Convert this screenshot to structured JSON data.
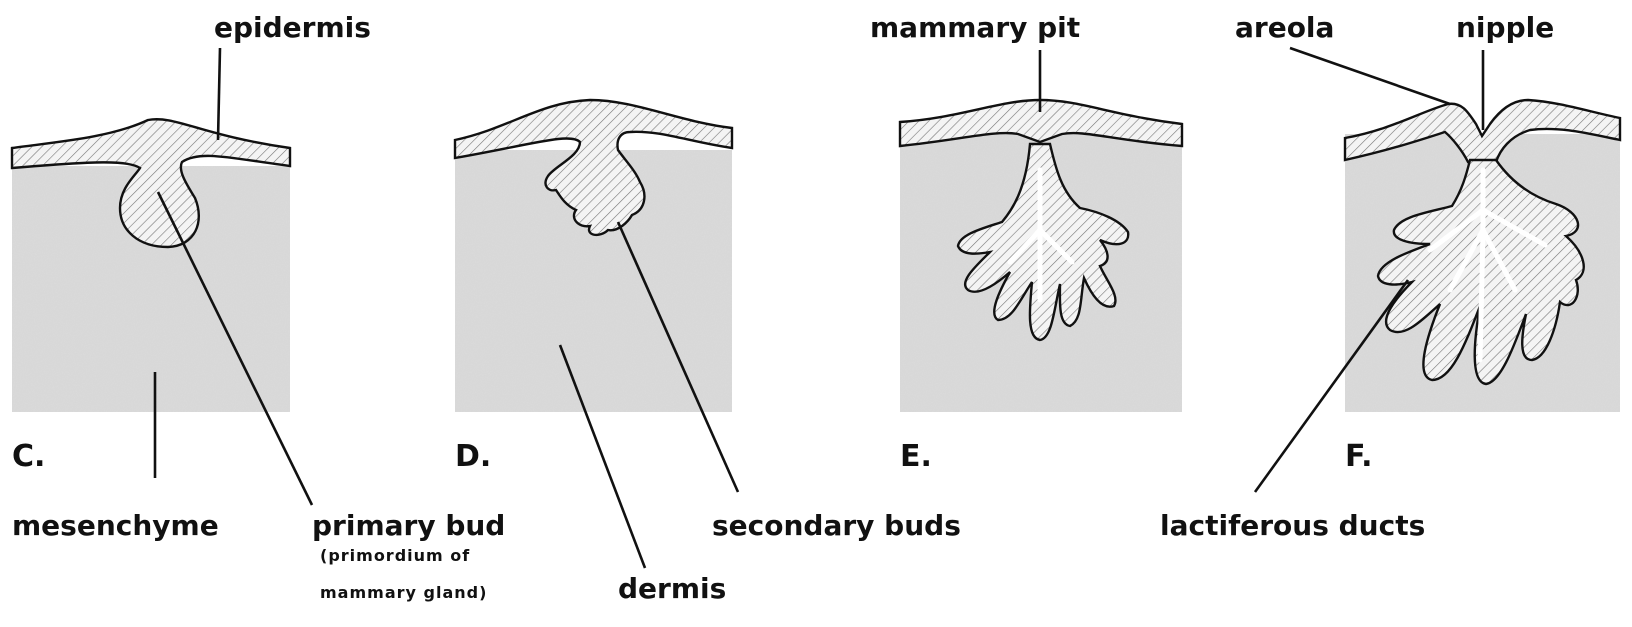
{
  "panels": [
    {
      "id": "C",
      "label": "C."
    },
    {
      "id": "D",
      "label": "D."
    },
    {
      "id": "E",
      "label": "E."
    },
    {
      "id": "F",
      "label": "F."
    }
  ],
  "labels": {
    "epidermis": "epidermis",
    "mesenchyme": "mesenchyme",
    "primary_bud": "primary bud",
    "primary_bud_note_line1": "(primordium of",
    "primary_bud_note_line2": "mammary gland)",
    "dermis": "dermis",
    "secondary_buds": "secondary buds",
    "mammary_pit": "mammary pit",
    "areola": "areola",
    "nipple": "nipple",
    "lactiferous_ducts": "lactiferous ducts"
  },
  "colors": {
    "tissue_gray": "#d6d6d6",
    "epidermis_fill": "#f4f4f4",
    "outline": "#111111",
    "background": "#ffffff"
  }
}
